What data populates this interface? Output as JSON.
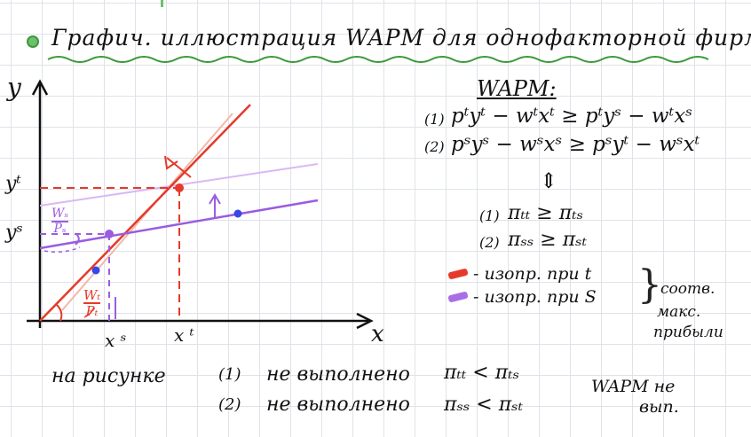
{
  "title": "Графич. иллюстрация WAPM для однофакторной фирмы",
  "axes": {
    "y_label": "y",
    "x_label": "x"
  },
  "graph_labels": {
    "yt": "yᵗ",
    "ys": "yˢ",
    "xs": "x ˢ",
    "xt": "x ᵗ",
    "wt_over_pt": {
      "num": "Wₜ",
      "den": "Pₜ"
    },
    "ws_over_ps": {
      "num": "Wₛ",
      "den": "Pₛ"
    }
  },
  "wapm": {
    "heading": "WAPM:",
    "ineq1_num": "(1)",
    "ineq1": "pᵗyᵗ − wᵗxᵗ ≥ pᵗyˢ − wᵗxˢ",
    "ineq2_num": "(2)",
    "ineq2": "pˢyˢ − wˢxˢ ≥ pˢyᵗ − wˢxᵗ",
    "equiv": "⇕",
    "pi1_num": "(1)",
    "pi1": "πₜₜ ≥ πₜₛ",
    "pi2_num": "(2)",
    "pi2": "πₛₛ ≥ πₛₜ"
  },
  "legend": {
    "items": [
      {
        "label": "- изопр. при t",
        "color": "#e53a2a"
      },
      {
        "label": "- изопр. при S",
        "color": "#a86ee6"
      }
    ],
    "brace_note": "соотв.",
    "note_line2": "макс.",
    "note_line3": "прибыли"
  },
  "conclusion": {
    "prefix": "на  рисунке",
    "line1_num": "(1)",
    "line1_text": "не  выполнено",
    "line1_expr": "πₜₜ < πₜₛ",
    "line2_num": "(2)",
    "line2_text": "не  выполнено",
    "line2_expr": "πₛₛ < πₛₜ",
    "result_line1": "WAPM не",
    "result_line2": "вып."
  },
  "colors": {
    "red": "#e53a2a",
    "light_red": "#f2b8a8",
    "purple": "#9b5ce0",
    "light_purple": "#d9b8f5",
    "blue_dot": "#3b46e6",
    "green": "#3a9a3a"
  }
}
